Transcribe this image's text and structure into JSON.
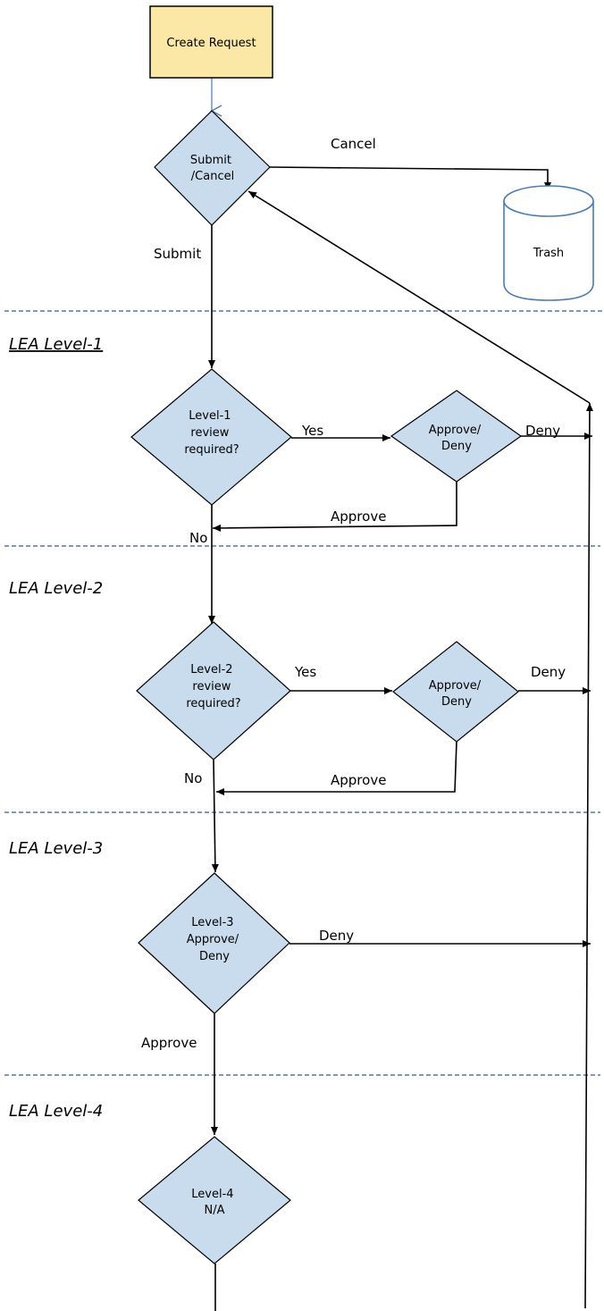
{
  "nodes": {
    "create_request": "Create Request",
    "submit_cancel": [
      "Submit",
      "/Cancel"
    ],
    "trash": "Trash",
    "level1": [
      "Level-1",
      "review",
      "required?"
    ],
    "approve_deny_1": [
      "Approve/",
      "Deny"
    ],
    "level2": [
      "Level-2",
      "review",
      "required?"
    ],
    "approve_deny_2": [
      "Approve/",
      "Deny"
    ],
    "level3": [
      "Level-3",
      "Approve/",
      "Deny"
    ],
    "level4": [
      "Level-4",
      "N/A"
    ]
  },
  "edges": {
    "cancel": "Cancel",
    "submit": "Submit",
    "l1_yes": "Yes",
    "l1_deny": "Deny",
    "l1_approve": "Approve",
    "l1_no": "No",
    "l2_yes": "Yes",
    "l2_deny": "Deny",
    "l2_approve": "Approve",
    "l2_no": "No",
    "l3_deny": "Deny",
    "l3_approve": "Approve"
  },
  "lanes": {
    "level1": "LEA Level-1",
    "level2": "LEA Level-2",
    "level3": "LEA Level-3",
    "level4": "LEA Level-4"
  },
  "colors": {
    "decision_fill": "#c9dcee",
    "start_fill": "#fbe8a6",
    "divider": "#4a7bb5",
    "trash_outline": "#4a7bb5"
  }
}
